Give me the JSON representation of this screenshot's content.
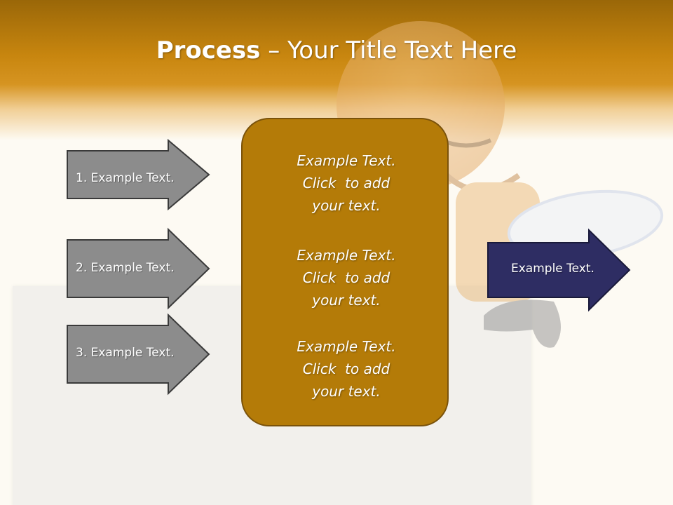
{
  "title": {
    "bold": "Process",
    "rest": " – Your Title Text Here"
  },
  "input_arrows": [
    {
      "label": "1. Example Text."
    },
    {
      "label": "2. Example Text."
    },
    {
      "label": "3. Example Text."
    }
  ],
  "center_box": {
    "blocks": [
      {
        "lines": [
          "Example Text.",
          "Click  to add",
          "your text."
        ]
      },
      {
        "lines": [
          "Example Text.",
          "Click  to add",
          "your text."
        ]
      },
      {
        "lines": [
          "Example Text.",
          "Click  to add",
          "your text."
        ]
      }
    ]
  },
  "output_arrow": {
    "label": "Example Text."
  },
  "colors": {
    "header": "#c8860f",
    "input_arrow_fill": "#8c8c8c",
    "center_fill": "#b47b08",
    "output_arrow_fill": "#2e2d63"
  }
}
